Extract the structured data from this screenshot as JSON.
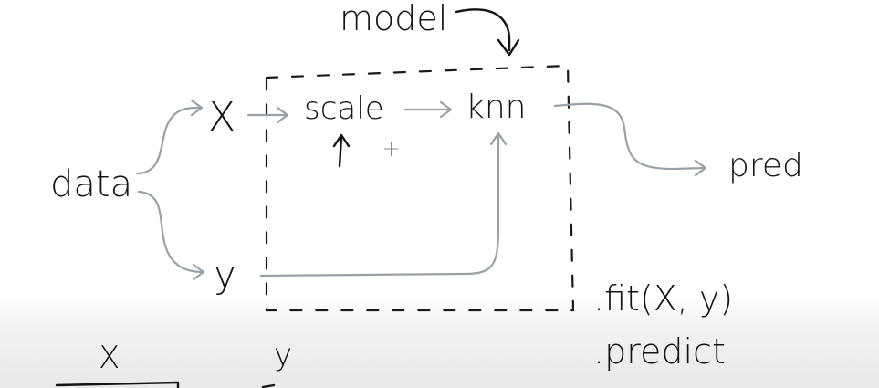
{
  "diagram": {
    "labels": {
      "model": "model",
      "data": "data",
      "X": "X",
      "y": "y",
      "scale": "scale",
      "knn": "knn",
      "pred": "pred",
      "fit": ".fit(X, y)",
      "predict": ".predict",
      "bottom_X": "X",
      "bottom_y": "y"
    },
    "colors": {
      "ink": "#141414",
      "arrow": "#9aa1a6",
      "background": "#ffffff",
      "bottom_shade": "#e9e9e9"
    },
    "icons": {
      "cursor": "crosshair-icon"
    }
  }
}
